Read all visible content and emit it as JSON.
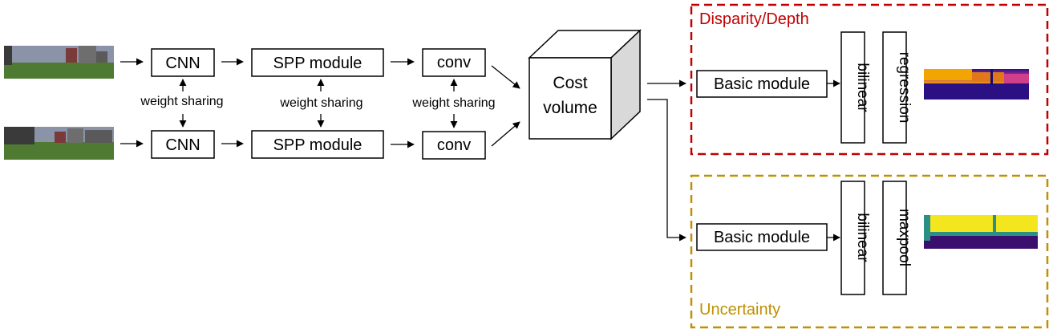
{
  "inputs": {
    "left_image": "stereo-left-input-image",
    "right_image": "stereo-right-input-image"
  },
  "pipeline": {
    "cnn_label": "CNN",
    "spp_label": "SPP module",
    "conv_label": "conv",
    "weight_sharing_label": "weight sharing",
    "cost_volume_line1": "Cost",
    "cost_volume_line2": "volume"
  },
  "disparity_branch": {
    "title": "Disparity/Depth",
    "basic_module_label": "Basic module",
    "bilinear_label": "bilinear",
    "regression_label": "regression",
    "output_image": "disparity-map-output",
    "border_color": "#C00000"
  },
  "uncertainty_branch": {
    "title": "Uncertainty",
    "basic_module_label": "Basic module",
    "bilinear_label": "bilinear",
    "maxpool_label": "maxpool",
    "output_image": "uncertainty-map-output",
    "border_color": "#BF9000"
  },
  "colors": {
    "sky": "#8a93a8",
    "grass": "#4f7a32",
    "disparity_low": "#1a0a6e",
    "disparity_mid": "#c2308a",
    "disparity_high": "#f2b000",
    "uncertainty_yellow": "#f4e61e",
    "uncertainty_teal": "#2a8f84",
    "uncertainty_dark": "#3b0f6e"
  }
}
